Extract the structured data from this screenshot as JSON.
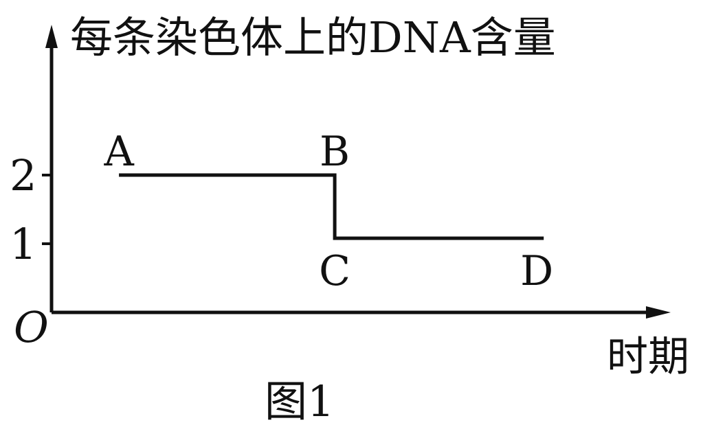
{
  "chart_data": {
    "type": "line",
    "ylabel": "每条染色体上的DNA含量",
    "xlabel": "时期",
    "caption": "图1",
    "origin_label": "O",
    "yticks": [
      {
        "value": 2,
        "label": "2"
      },
      {
        "value": 1,
        "label": "1"
      }
    ],
    "series": [
      {
        "points": [
          {
            "x": 1.0,
            "y": 2
          },
          {
            "x": 4.2,
            "y": 2
          },
          {
            "x": 4.2,
            "y": 1.08
          },
          {
            "x": 7.3,
            "y": 1.08
          }
        ]
      }
    ],
    "points": [
      {
        "label": "A",
        "x": 1.0,
        "y": 2,
        "position": "above"
      },
      {
        "label": "B",
        "x": 4.2,
        "y": 2,
        "position": "above"
      },
      {
        "label": "C",
        "x": 4.2,
        "y": 1.08,
        "position": "below"
      },
      {
        "label": "D",
        "x": 7.3,
        "y": 1.08,
        "position": "below"
      }
    ],
    "xlim": [
      0,
      9
    ],
    "ylim": [
      0,
      3.75
    ],
    "colors": {
      "ink": "#111111"
    }
  }
}
